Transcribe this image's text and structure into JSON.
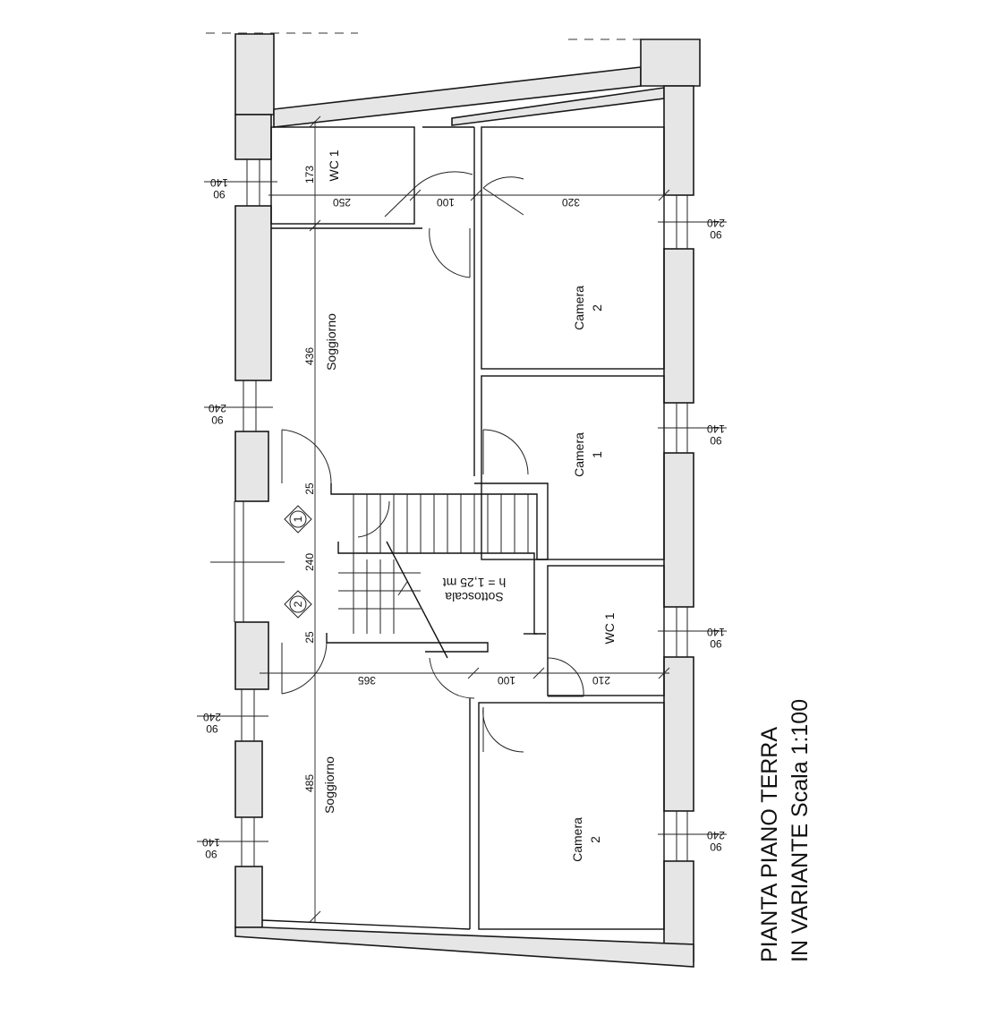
{
  "title": {
    "line1": "PIANTA PIANO TERRA",
    "line2": "IN VARIANTE Scala 1:100"
  },
  "rooms": {
    "wc1_top": "WC 1",
    "soggiorno_top": "Soggiorno",
    "camera2_top": "Camera",
    "camera2_top_num": "2",
    "camera1": "Camera",
    "camera1_num": "1",
    "wc1_mid": "WC 1",
    "soggiorno_bottom": "Soggiorno",
    "camera2_bottom": "Camera",
    "camera2_bottom_num": "2",
    "sottoscala": "Sottoscala",
    "sottoscala_h": "h = 1,25 mt"
  },
  "dimensions": {
    "d173": "173",
    "d250": "250",
    "d100_top": "100",
    "d320": "320",
    "d436": "436",
    "d25_top": "25",
    "d240": "240",
    "d25_bottom": "25",
    "d365": "365",
    "d100_bottom": "100",
    "d210": "210",
    "d485": "485"
  },
  "windows": {
    "left": [
      {
        "top": "140",
        "bottom": "90"
      },
      {
        "top": "240",
        "bottom": "90"
      },
      {
        "top": "240",
        "bottom": "90"
      },
      {
        "top": "140",
        "bottom": "90"
      }
    ],
    "right": [
      {
        "top": "240",
        "bottom": "90"
      },
      {
        "top": "140",
        "bottom": "90"
      },
      {
        "top": "140",
        "bottom": "90"
      },
      {
        "top": "240",
        "bottom": "90"
      }
    ]
  },
  "markers": {
    "m1": "1",
    "m2": "2"
  }
}
